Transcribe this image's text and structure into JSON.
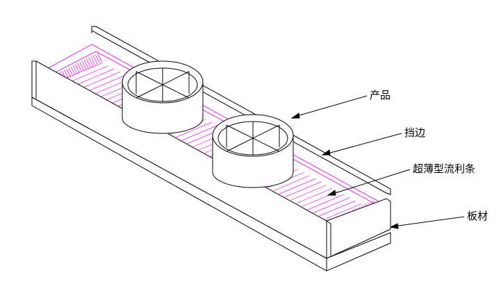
{
  "labels": {
    "product": "产品",
    "side_rail": "挡边",
    "roller_strip": "超薄型流利条",
    "base_plate": "板材"
  },
  "colors": {
    "outline": "#000000",
    "roller": "#e000e0",
    "background": "#ffffff"
  }
}
